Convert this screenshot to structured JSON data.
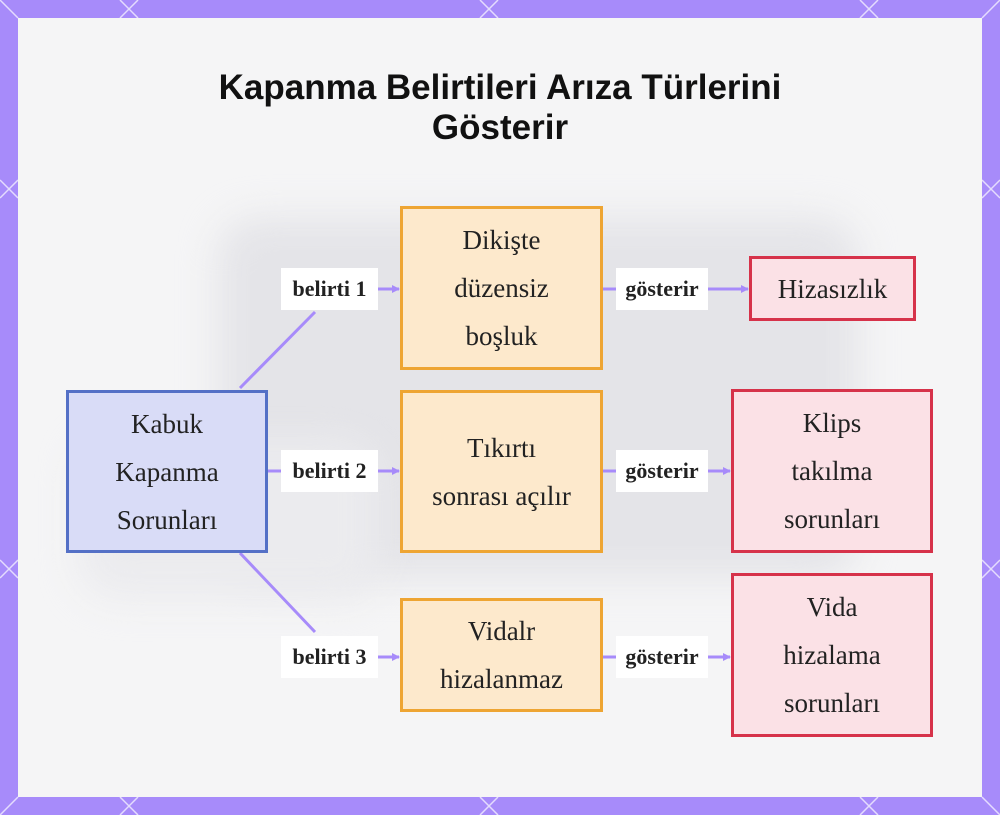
{
  "title": {
    "line1": "Kapanma Belirtileri Arıza Türlerini",
    "line2": "Gösterir"
  },
  "root": {
    "lines": [
      "Kabuk",
      "Kapanma",
      "Sorunları"
    ]
  },
  "symptoms": [
    {
      "edge_label": "belirti 1",
      "lines": [
        "Dikişte",
        "düzensiz",
        "boşluk"
      ]
    },
    {
      "edge_label": "belirti 2",
      "lines": [
        "Tıkırtı",
        "sonrası açılır"
      ]
    },
    {
      "edge_label": "belirti 3",
      "lines": [
        "Vidalr",
        "hizalanmaz"
      ]
    }
  ],
  "outcomes": [
    {
      "edge_label": "gösterir",
      "lines": [
        "Hizasızlık"
      ]
    },
    {
      "edge_label": "gösterir",
      "lines": [
        "Klips",
        "takılma",
        "sorunları"
      ]
    },
    {
      "edge_label": "gösterir",
      "lines": [
        "Vida",
        "hizalama",
        "sorunları"
      ]
    }
  ],
  "colors": {
    "frame": "#a78bfa",
    "edge": "#a78bfa",
    "root_fill": "#d9dcf7",
    "root_border": "#5470c6",
    "symptom_fill": "#fde9cc",
    "symptom_border": "#eea533",
    "outcome_fill": "#fbe1e6",
    "outcome_border": "#d6324a"
  }
}
